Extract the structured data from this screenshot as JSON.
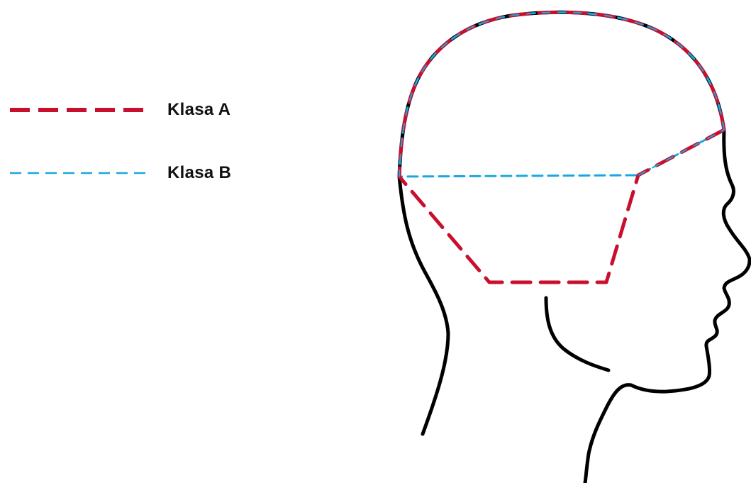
{
  "legend": {
    "items": [
      {
        "label": "Klasa A",
        "color": "#c8102e",
        "style": "dashed-thick"
      },
      {
        "label": "Klasa B",
        "color": "#1aa7e0",
        "style": "dashed-thin"
      }
    ]
  },
  "colors": {
    "outline": "#000000",
    "klasa_a": "#c8102e",
    "klasa_b": "#1aa7e0"
  }
}
